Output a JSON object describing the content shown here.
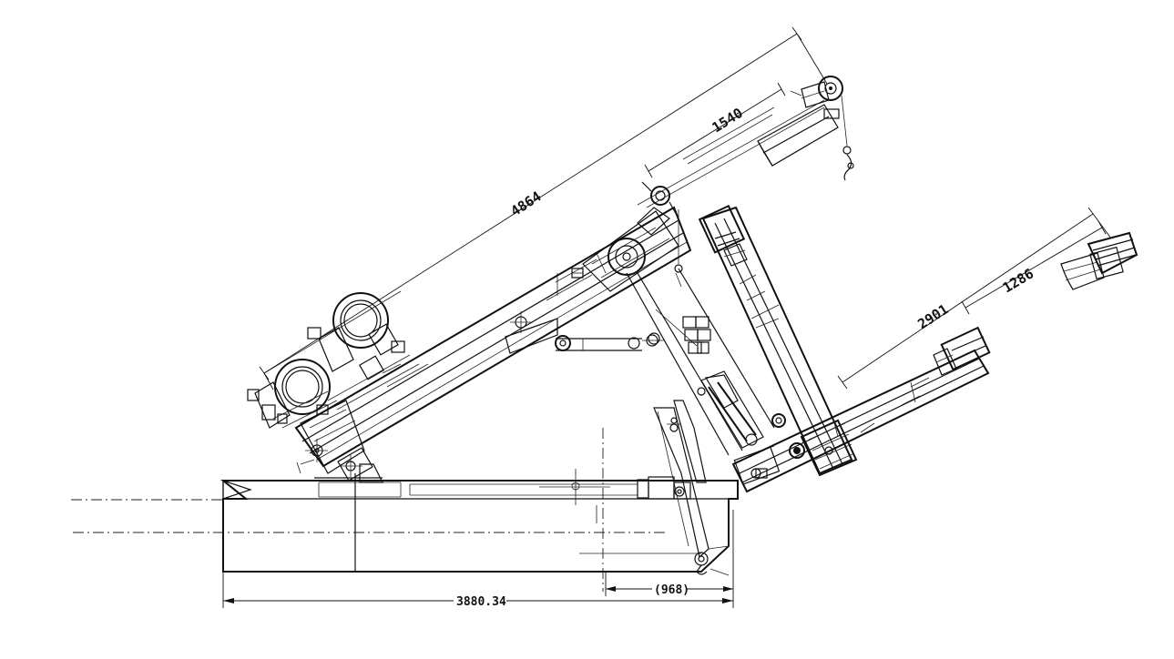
{
  "dimensions": {
    "boom_total_length": "4864",
    "boom_extension": "1540",
    "folded_arm_length": "2901",
    "folded_arm_extension": "1286",
    "base_length": "3880.34",
    "base_offset": "(968)"
  }
}
